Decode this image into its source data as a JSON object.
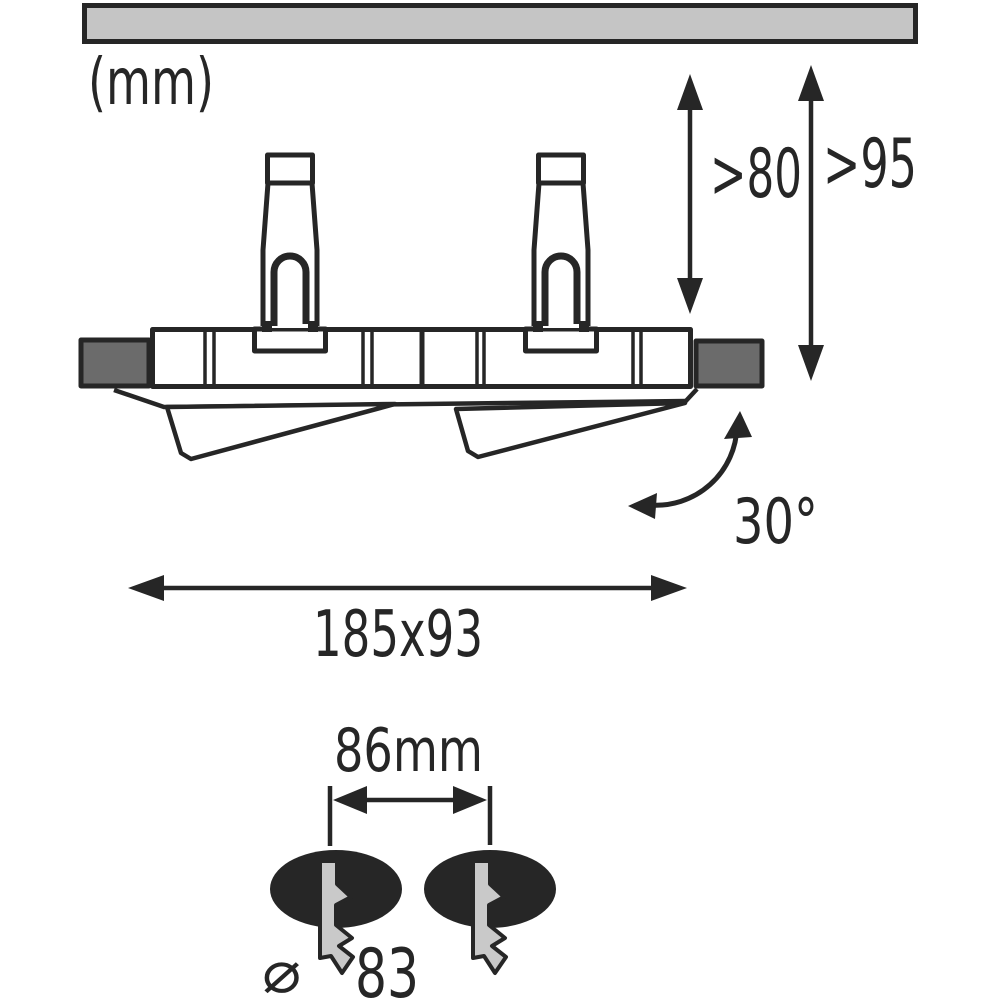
{
  "unit_label": "(mm)",
  "dimensions": {
    "recess_depth_min": ">80",
    "overall_depth_min": ">95",
    "tilt_angle": "30°",
    "fixture_size": "185x93",
    "cutout_spacing": "86mm",
    "diameter_symbol": "⌀",
    "cutout_diameter": "83"
  },
  "colors": {
    "ink": "#262626",
    "ceiling-fill": "#c5c5c5",
    "clamp-fill": "#6b6b6b",
    "bolt-fill": "#c9c9c9",
    "cutout-fill": "#262626",
    "background": "#ffffff"
  }
}
